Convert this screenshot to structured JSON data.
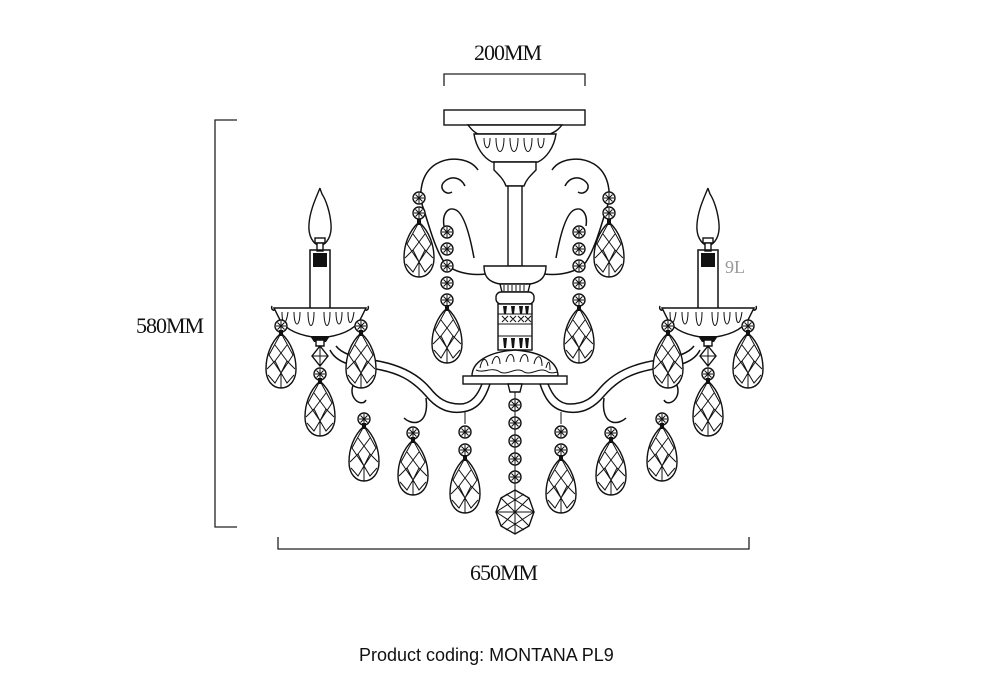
{
  "dimensions": {
    "top_width": {
      "label": "200MM"
    },
    "height": {
      "label": "580MM"
    },
    "width": {
      "label": "650MM"
    }
  },
  "lamp_count_label": "9L",
  "caption": {
    "text": "Product coding: MONTANA PL9"
  },
  "colors": {
    "line": "#111111",
    "background": "#ffffff",
    "lamp_label": "#999999"
  }
}
